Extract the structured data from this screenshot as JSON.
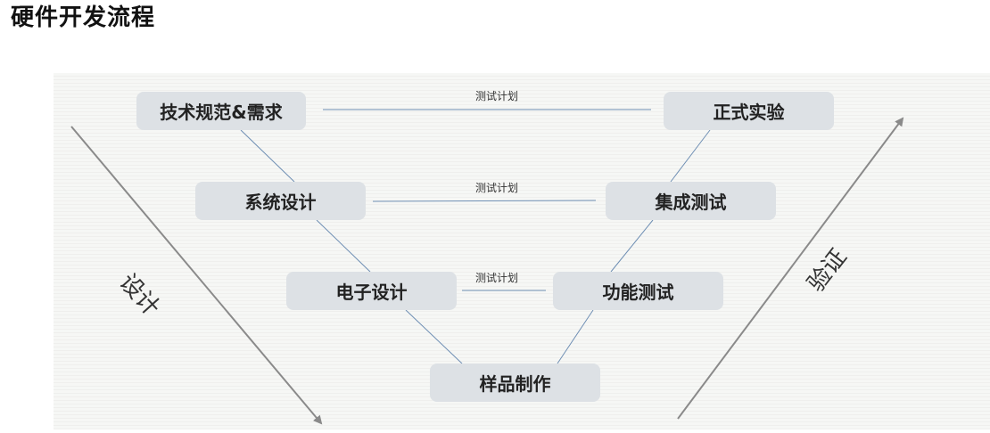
{
  "title": "硬件开发流程",
  "nodes": {
    "tech_spec": "技术规范&需求",
    "system_design": "系统设计",
    "electronic_design": "电子设计",
    "sample_making": "样品制作",
    "functional_test": "功能测试",
    "integration_test": "集成测试",
    "formal_experiment": "正式实验"
  },
  "connectors": {
    "test_plan_top": "测试计划",
    "test_plan_middle": "测试计划",
    "test_plan_bottom": "测试计划"
  },
  "arrows": {
    "design": "设计",
    "verify": "验证"
  },
  "colors": {
    "node_fill": "#dde1e5",
    "connector_line": "#6f8fb4",
    "arrow_line": "#8a8a8a",
    "text": "#222222"
  }
}
